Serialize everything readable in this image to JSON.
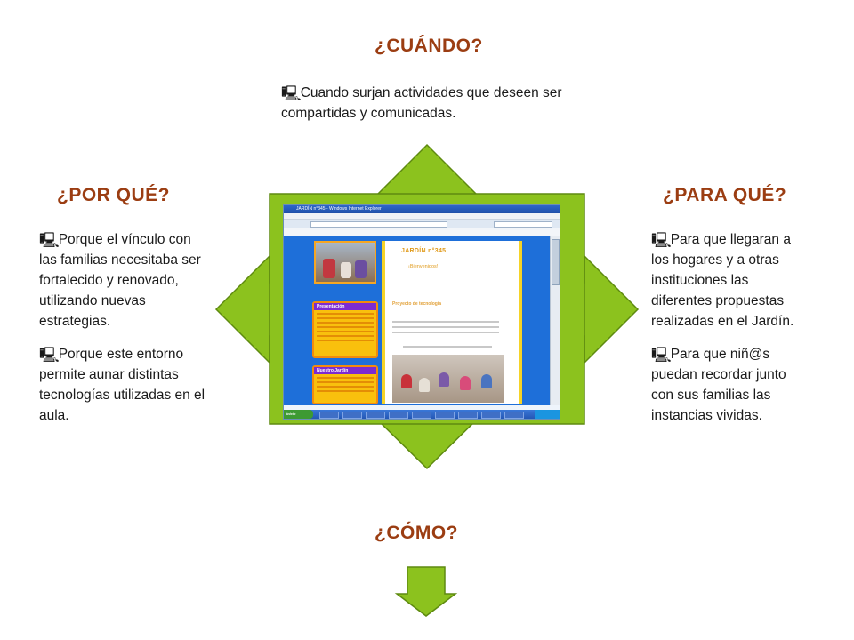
{
  "sections": {
    "cuando": {
      "heading": "¿CUÁNDO?",
      "items": [
        "Cuando surjan actividades que deseen ser compartidas y comunicadas."
      ]
    },
    "por_que": {
      "heading": "¿POR QUÉ?",
      "items": [
        "Porque el vínculo con las familias necesitaba ser fortalecido y renovado, utilizando nuevas estrategias.",
        "Porque este entorno permite aunar distintas tecnologías utilizadas en el aula."
      ]
    },
    "para_que": {
      "heading": "¿PARA QUÉ?",
      "items": [
        "Para que llegaran a los hogares y a otras instituciones las diferentes propuestas realizadas en el Jardín.",
        "Para que niñ@s puedan recordar junto con sus familias las instancias vividas."
      ]
    },
    "como": {
      "heading": "¿CÓMO?"
    }
  },
  "bullet_icon": "computer-icon",
  "screenshot": {
    "window_title": "JARDÍN n°345 - Windows Internet Explorer",
    "site_title": "JARDÍN n°345",
    "site_subtitle": "¡Bienvenidos!",
    "section_title": "Proyecto de tecnología",
    "sidebar_box_1": "Presentación",
    "sidebar_box_2": "Nuestro Jardín",
    "start_label": "inicio"
  },
  "colors": {
    "heading": "#9b3d12",
    "arrow_fill": "#8cc21e",
    "arrow_stroke": "#5e8a10",
    "page_background": "#1e6fd9"
  }
}
